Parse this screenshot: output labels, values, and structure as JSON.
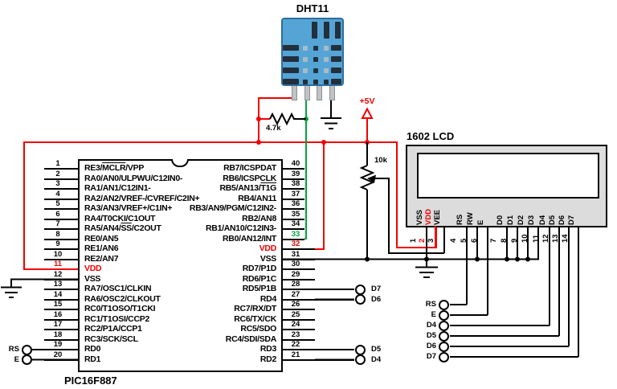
{
  "schematic": {
    "dht11": {
      "title": "DHT11"
    },
    "pullup_resistor": {
      "value": "4.7k"
    },
    "contrast_pot": {
      "value": "10k"
    },
    "power_rail": {
      "label": "+5V"
    },
    "mcu": {
      "title": "PIC16F887",
      "left_pins": [
        {
          "n": "1",
          "label": "RE3/MCLR/VPP",
          "ol": "MCLR"
        },
        {
          "n": "2",
          "label": "RA0/AN0/ULPWU/C12IN0-"
        },
        {
          "n": "3",
          "label": "RA1/AN1/C12IN1-"
        },
        {
          "n": "4",
          "label": "RA2/AN2/VREF-/CVREF/C2IN+"
        },
        {
          "n": "5",
          "label": "RA3/AN3/VREF+/C1IN+"
        },
        {
          "n": "6",
          "label": "RA4/T0CKI/C1OUT"
        },
        {
          "n": "7",
          "label": "RA5/AN4/SS/C2OUT",
          "ol": "SS"
        },
        {
          "n": "8",
          "label": "RE0/AN5"
        },
        {
          "n": "9",
          "label": "RE1/AN6"
        },
        {
          "n": "10",
          "label": "RE2/AN7"
        },
        {
          "n": "11",
          "label": "VDD",
          "color": "red"
        },
        {
          "n": "12",
          "label": "VSS"
        },
        {
          "n": "13",
          "label": "RA7/OSC1/CLKIN"
        },
        {
          "n": "14",
          "label": "RA6/OSC2/CLKOUT"
        },
        {
          "n": "15",
          "label": "RC0/T1OSO/T1CKI"
        },
        {
          "n": "16",
          "label": "RC1/T1OSI/CCP2"
        },
        {
          "n": "17",
          "label": "RC2/P1A/CCP1"
        },
        {
          "n": "18",
          "label": "RC3/SCK/SCL"
        },
        {
          "n": "19",
          "label": "RD0"
        },
        {
          "n": "20",
          "label": "RD1"
        }
      ],
      "right_pins": [
        {
          "n": "40",
          "label": "RB7/ICSPDAT"
        },
        {
          "n": "39",
          "label": "RB6/ICSPCLK"
        },
        {
          "n": "38",
          "label": "RB5/AN13/T1G",
          "ol": "T1G"
        },
        {
          "n": "37",
          "label": "RB4/AN11"
        },
        {
          "n": "36",
          "label": "RB3/AN9/PGM/C12IN2-"
        },
        {
          "n": "35",
          "label": "RB2/AN8"
        },
        {
          "n": "34",
          "label": "RB1/AN10/C12IN3-"
        },
        {
          "n": "33",
          "label": "RB0/AN12/INT",
          "num_color": "green"
        },
        {
          "n": "32",
          "label": "VDD",
          "color": "red"
        },
        {
          "n": "31",
          "label": "VSS"
        },
        {
          "n": "30",
          "label": "RD7/P1D"
        },
        {
          "n": "29",
          "label": "RD6/P1C"
        },
        {
          "n": "28",
          "label": "RD5/P1B"
        },
        {
          "n": "27",
          "label": "RD4"
        },
        {
          "n": "26",
          "label": "RC7/RX/DT"
        },
        {
          "n": "25",
          "label": "RC6/TX/CK"
        },
        {
          "n": "24",
          "label": "RC5/SDO"
        },
        {
          "n": "23",
          "label": "RC4/SDI/SDA"
        },
        {
          "n": "22",
          "label": "RD3"
        },
        {
          "n": "21",
          "label": "RD2"
        }
      ]
    },
    "lcd": {
      "title": "1602 LCD",
      "pins": [
        {
          "n": "1",
          "name": "VSS"
        },
        {
          "n": "2",
          "name": "VDD",
          "color": "red"
        },
        {
          "n": "3",
          "name": "VEE"
        },
        {
          "n": "4",
          "name": "RS"
        },
        {
          "n": "5",
          "name": "RW"
        },
        {
          "n": "6",
          "name": "E"
        },
        {
          "n": "7",
          "name": "D0"
        },
        {
          "n": "8",
          "name": "D1"
        },
        {
          "n": "9",
          "name": "D2"
        },
        {
          "n": "10",
          "name": "D3"
        },
        {
          "n": "11",
          "name": "D4"
        },
        {
          "n": "12",
          "name": "D5"
        },
        {
          "n": "13",
          "name": "D6"
        },
        {
          "n": "14",
          "name": "D7"
        }
      ]
    },
    "terminals": {
      "mcu_left": [
        "RS",
        "E"
      ],
      "mcu_right": [
        "D7",
        "D6",
        "D5",
        "D4"
      ],
      "lcd_bottom": [
        "RS",
        "E",
        "D4",
        "D5",
        "D6",
        "D7"
      ]
    },
    "colors": {
      "wire": "#000000",
      "power": "#f20000",
      "data": "#00a33c",
      "component_blue": "#55a4d6"
    }
  }
}
